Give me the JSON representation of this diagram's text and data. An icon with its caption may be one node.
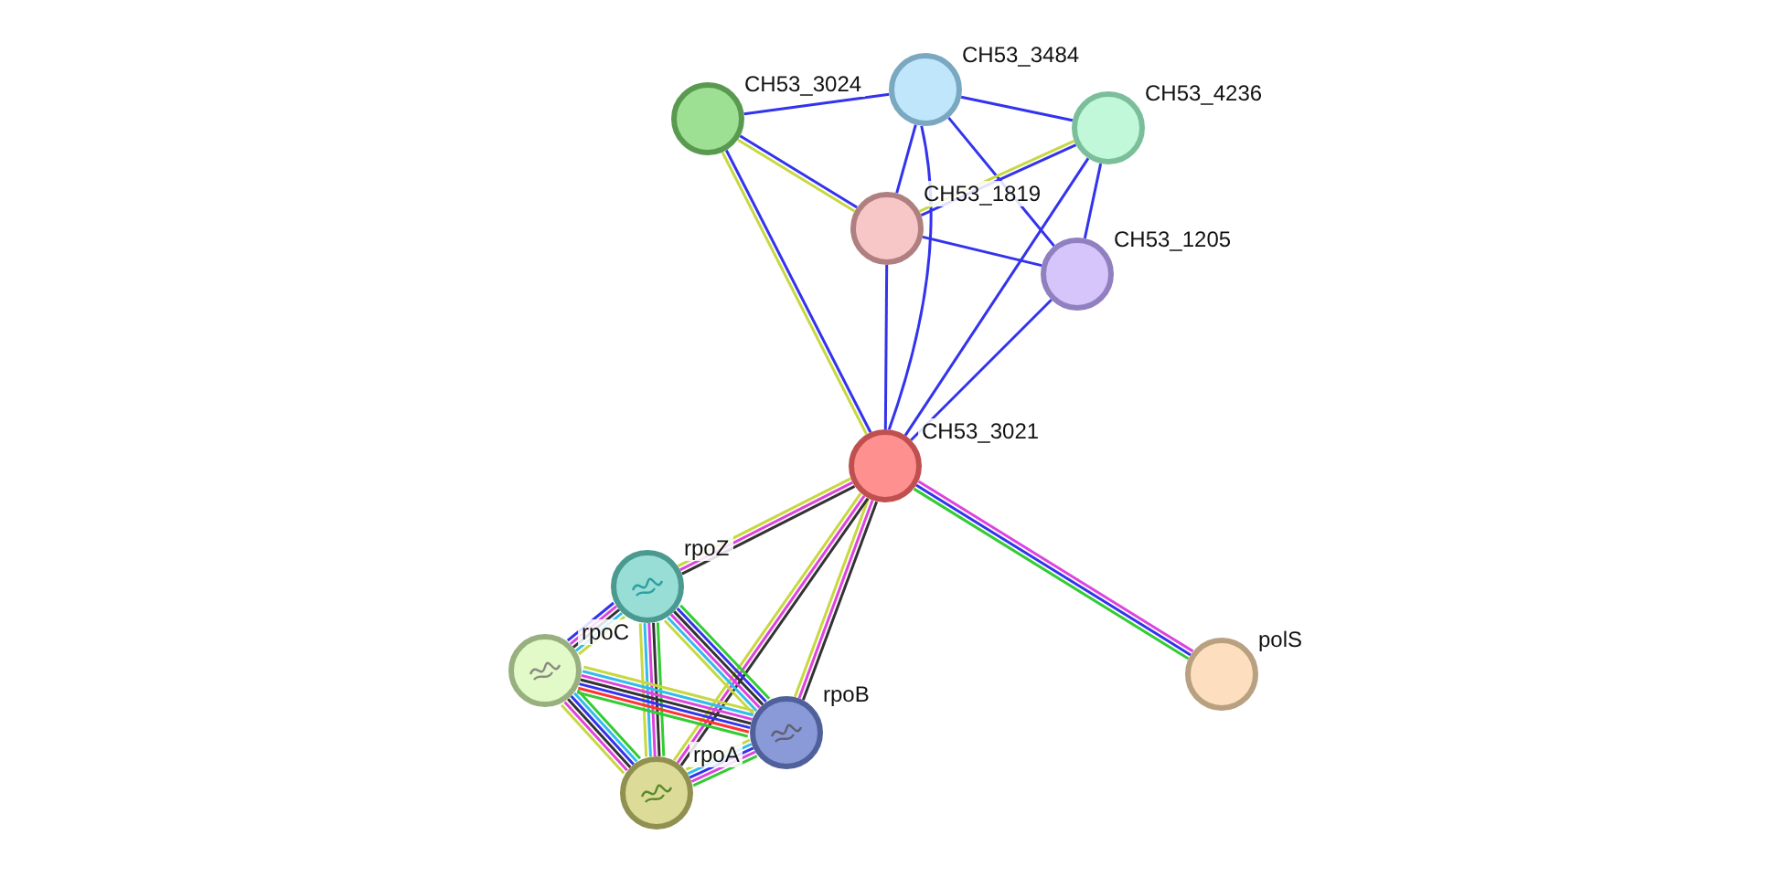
{
  "diagram": {
    "nodes": [
      {
        "text": [],
        "shape": "circle",
        "beside": [
          "CH53_3024"
        ]
      },
      {
        "text": [],
        "shape": "circle",
        "beside": [
          "CH53_3484"
        ]
      },
      {
        "text": [],
        "shape": "circle",
        "beside": [
          "CH53_4236"
        ]
      },
      {
        "text": [],
        "shape": "circle",
        "beside": [
          "CH53_1819"
        ]
      },
      {
        "text": [],
        "shape": "circle",
        "beside": [
          "CH53_1205"
        ]
      },
      {
        "text": [],
        "shape": "circle",
        "beside": [
          "CH53_3021"
        ]
      },
      {
        "text": [],
        "shape": "circle",
        "beside": [
          "rpoZ"
        ]
      },
      {
        "text": [],
        "shape": "circle",
        "beside": [
          "rpoC"
        ]
      },
      {
        "text": [],
        "shape": "circle",
        "beside": [
          "rpoB"
        ]
      },
      {
        "text": [],
        "shape": "circle",
        "beside": [
          "rpoA"
        ]
      },
      {
        "text": [],
        "shape": "circle",
        "beside": [
          "polS"
        ]
      }
    ],
    "edges": [
      {
        "from": 0,
        "to": 1,
        "arrow": "none"
      },
      {
        "from": 0,
        "to": 3,
        "arrow": "none"
      },
      {
        "from": 0,
        "to": 3,
        "arrow": "none",
        "color": "#c8d840"
      },
      {
        "from": 0,
        "to": 5,
        "arrow": "none"
      },
      {
        "from": 0,
        "to": 5,
        "arrow": "none",
        "color": "#c8d840"
      },
      {
        "from": 1,
        "to": 2,
        "arrow": "none"
      },
      {
        "from": 1,
        "to": 3,
        "arrow": "none"
      },
      {
        "from": 1,
        "to": 4,
        "arrow": "none"
      },
      {
        "from": 1,
        "to": 5,
        "arrow": "none"
      },
      {
        "from": 2,
        "to": 3,
        "arrow": "none"
      },
      {
        "from": 2,
        "to": 3,
        "arrow": "none",
        "color": "#c8d840"
      },
      {
        "from": 2,
        "to": 4,
        "arrow": "none"
      },
      {
        "from": 2,
        "to": 5,
        "arrow": "none"
      },
      {
        "from": 3,
        "to": 4,
        "arrow": "none"
      },
      {
        "from": 3,
        "to": 5,
        "arrow": "none"
      },
      {
        "from": 4,
        "to": 5,
        "arrow": "none"
      },
      {
        "from": 5,
        "to": 10,
        "arrow": "none",
        "color": "#dd44dd"
      },
      {
        "from": 5,
        "to": 10,
        "arrow": "none"
      },
      {
        "from": 5,
        "to": 10,
        "arrow": "none",
        "color": "#33cc33"
      },
      {
        "from": 5,
        "to": 6,
        "arrow": "none",
        "color": "#333333"
      },
      {
        "from": 5,
        "to": 6,
        "arrow": "none",
        "color": "#dd44dd"
      },
      {
        "from": 5,
        "to": 6,
        "arrow": "none",
        "color": "#c8d840"
      },
      {
        "from": 5,
        "to": 8,
        "arrow": "none",
        "color": "#333333"
      },
      {
        "from": 5,
        "to": 8,
        "arrow": "none",
        "color": "#dd44dd"
      },
      {
        "from": 5,
        "to": 8,
        "arrow": "none",
        "color": "#c8d840"
      },
      {
        "from": 5,
        "to": 9,
        "arrow": "none",
        "color": "#333333"
      },
      {
        "from": 5,
        "to": 9,
        "arrow": "none",
        "color": "#dd44dd"
      },
      {
        "from": 5,
        "to": 9,
        "arrow": "none",
        "color": "#c8d840"
      },
      {
        "from": 6,
        "to": 7,
        "arrow": "none",
        "color": "#c8d840"
      },
      {
        "from": 6,
        "to": 7,
        "arrow": "none",
        "color": "#33bbee"
      },
      {
        "from": 6,
        "to": 7,
        "arrow": "none",
        "color": "#333333"
      },
      {
        "from": 6,
        "to": 7,
        "arrow": "none",
        "color": "#dd44dd"
      },
      {
        "from": 6,
        "to": 7,
        "arrow": "none"
      },
      {
        "from": 6,
        "to": 8,
        "arrow": "none",
        "color": "#33cc33"
      },
      {
        "from": 6,
        "to": 8,
        "arrow": "none"
      },
      {
        "from": 6,
        "to": 8,
        "arrow": "none",
        "color": "#333333"
      },
      {
        "from": 6,
        "to": 8,
        "arrow": "none",
        "color": "#dd44dd"
      },
      {
        "from": 6,
        "to": 8,
        "arrow": "none",
        "color": "#33bbee"
      },
      {
        "from": 6,
        "to": 8,
        "arrow": "none",
        "color": "#c8d840"
      },
      {
        "from": 6,
        "to": 9,
        "arrow": "none",
        "color": "#33cc33"
      },
      {
        "from": 6,
        "to": 9,
        "arrow": "none",
        "color": "#333333"
      },
      {
        "from": 6,
        "to": 9,
        "arrow": "none",
        "color": "#dd44dd"
      },
      {
        "from": 6,
        "to": 9,
        "arrow": "none",
        "color": "#33bbee"
      },
      {
        "from": 6,
        "to": 9,
        "arrow": "none",
        "color": "#c8d840"
      },
      {
        "from": 7,
        "to": 8,
        "arrow": "none",
        "color": "#c8d840"
      },
      {
        "from": 7,
        "to": 8,
        "arrow": "none",
        "color": "#33bbee"
      },
      {
        "from": 7,
        "to": 8,
        "arrow": "none",
        "color": "#dd44dd"
      },
      {
        "from": 7,
        "to": 8,
        "arrow": "none",
        "color": "#333333"
      },
      {
        "from": 7,
        "to": 8,
        "arrow": "none"
      },
      {
        "from": 7,
        "to": 8,
        "arrow": "none",
        "color": "#ff3333"
      },
      {
        "from": 7,
        "to": 8,
        "arrow": "none",
        "color": "#33cc33"
      },
      {
        "from": 7,
        "to": 9,
        "arrow": "none",
        "color": "#33cc33"
      },
      {
        "from": 7,
        "to": 9,
        "arrow": "none",
        "color": "#33bbee"
      },
      {
        "from": 7,
        "to": 9,
        "arrow": "none"
      },
      {
        "from": 7,
        "to": 9,
        "arrow": "none",
        "color": "#333333"
      },
      {
        "from": 7,
        "to": 9,
        "arrow": "none",
        "color": "#dd44dd"
      },
      {
        "from": 7,
        "to": 9,
        "arrow": "none",
        "color": "#c8d840"
      },
      {
        "from": 8,
        "to": 9,
        "arrow": "none",
        "color": "#33cc33"
      },
      {
        "from": 8,
        "to": 9,
        "arrow": "none",
        "color": "#dd44dd"
      },
      {
        "from": 8,
        "to": 9,
        "arrow": "none"
      },
      {
        "from": 8,
        "to": 9,
        "arrow": "none",
        "color": "#33bbee"
      },
      {
        "from": 8,
        "to": 9,
        "arrow": "none",
        "color": "#c8d840"
      }
    ]
  }
}
